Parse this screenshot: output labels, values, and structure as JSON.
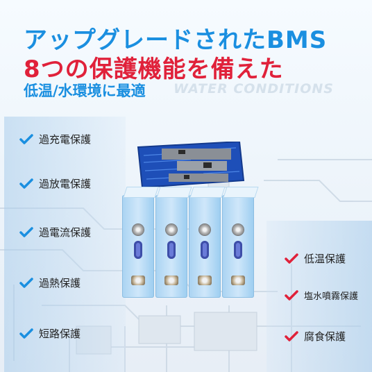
{
  "header": {
    "title_line1": "アップグレードされたBMS",
    "title_line2": "8つの保護機能を備えた",
    "subtitle": "低温/水環境に最適",
    "watermark": "WATER CONDITIONS"
  },
  "colors": {
    "title_blue": "#1a8fe0",
    "title_red": "#e0213a",
    "check_blue": "#1a8fe0",
    "check_red": "#e0213a"
  },
  "left_features": [
    {
      "label": "過充電保護",
      "icon": "check-blue-icon"
    },
    {
      "label": "過放電保護",
      "icon": "check-blue-icon"
    },
    {
      "label": "過電流保護",
      "icon": "check-blue-icon"
    },
    {
      "label": "過熱保護",
      "icon": "check-blue-icon"
    },
    {
      "label": "短路保護",
      "icon": "check-blue-icon"
    }
  ],
  "right_features": [
    {
      "label": "低温保護",
      "icon": "check-red-icon"
    },
    {
      "label": "塩水噴霧保護",
      "icon": "check-red-icon"
    },
    {
      "label": "腐食保護",
      "icon": "check-red-icon"
    }
  ]
}
